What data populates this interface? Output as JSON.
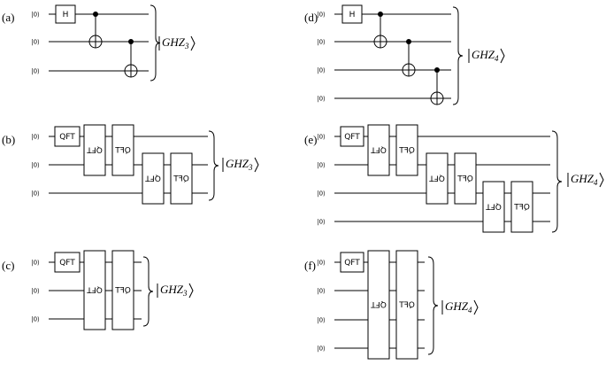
{
  "panels": [
    {
      "label": "(a)",
      "inputs": [
        "|0⟩",
        "|0⟩",
        "|0⟩"
      ],
      "gates": [
        {
          "kind": "H",
          "label": "H"
        },
        {
          "kind": "cnot"
        },
        {
          "kind": "cnot"
        }
      ],
      "output": {
        "base": "GHZ",
        "sub": "3"
      }
    },
    {
      "label": "(b)",
      "inputs": [
        "|0⟩",
        "|0⟩",
        "|0⟩"
      ],
      "gates": [
        {
          "kind": "qft",
          "label": "QFT"
        },
        {
          "kind": "iqft",
          "label": "QFT"
        },
        {
          "kind": "qft2",
          "label": "QFT"
        },
        {
          "kind": "iqft",
          "label": "QFT"
        },
        {
          "kind": "qft2",
          "label": "QFT"
        }
      ],
      "output": {
        "base": "GHZ",
        "sub": "3"
      }
    },
    {
      "label": "(c)",
      "inputs": [
        "|0⟩",
        "|0⟩",
        "|0⟩"
      ],
      "gates": [
        {
          "kind": "qft",
          "label": "QFT"
        },
        {
          "kind": "iqft",
          "label": "QFT"
        },
        {
          "kind": "qft2",
          "label": "QFT"
        }
      ],
      "output": {
        "base": "GHZ",
        "sub": "3"
      }
    },
    {
      "label": "(d)",
      "inputs": [
        "|0⟩",
        "|0⟩",
        "|0⟩",
        "|0⟩"
      ],
      "gates": [
        {
          "kind": "H",
          "label": "H"
        },
        {
          "kind": "cnot"
        },
        {
          "kind": "cnot"
        },
        {
          "kind": "cnot"
        }
      ],
      "output": {
        "base": "GHZ",
        "sub": "4"
      }
    },
    {
      "label": "(e)",
      "inputs": [
        "|0⟩",
        "|0⟩",
        "|0⟩",
        "|0⟩"
      ],
      "gates": [
        {
          "kind": "qft",
          "label": "QFT"
        },
        {
          "kind": "iqft",
          "label": "QFT"
        },
        {
          "kind": "qft2",
          "label": "QFT"
        },
        {
          "kind": "iqft",
          "label": "QFT"
        },
        {
          "kind": "qft2",
          "label": "QFT"
        },
        {
          "kind": "iqft",
          "label": "QFT"
        },
        {
          "kind": "qft2",
          "label": "QFT"
        }
      ],
      "output": {
        "base": "GHZ",
        "sub": "4"
      }
    },
    {
      "label": "(f)",
      "inputs": [
        "|0⟩",
        "|0⟩",
        "|0⟩",
        "|0⟩"
      ],
      "gates": [
        {
          "kind": "qft",
          "label": "QFT"
        },
        {
          "kind": "iqft",
          "label": "QFT"
        },
        {
          "kind": "qft2",
          "label": "QFT"
        }
      ],
      "output": {
        "base": "GHZ",
        "sub": "4"
      }
    }
  ]
}
